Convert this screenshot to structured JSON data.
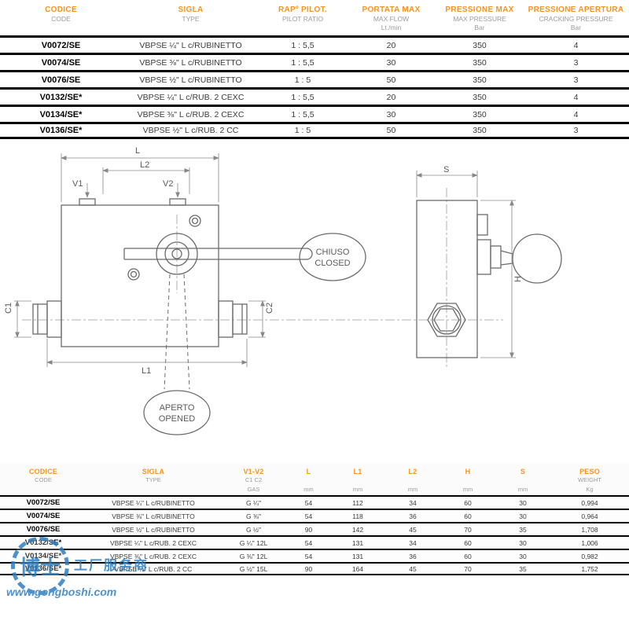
{
  "colors": {
    "accent_orange": "#F7941D",
    "header_gray": "#9b9b9b",
    "rule_black": "#000000",
    "drawing_gray": "#6b6b6b",
    "watermark_blue": "#2f7fc1"
  },
  "top_table": {
    "headers": [
      {
        "main": "CODICE",
        "sub": "CODE",
        "unit": ""
      },
      {
        "main": "SIGLA",
        "sub": "TYPE",
        "unit": ""
      },
      {
        "main": "RAPº PILOT.",
        "sub": "PILOT RATIO",
        "unit": ""
      },
      {
        "main": "PORTATA MAX",
        "sub": "MAX FLOW",
        "unit": "Lt./min"
      },
      {
        "main": "PRESSIONE MAX",
        "sub": "MAX PRESSURE",
        "unit": "Bar"
      },
      {
        "main": "PRESSIONE APERTURA",
        "sub": "CRACKING PRESSURE",
        "unit": "Bar"
      }
    ],
    "rows": [
      {
        "code": "V0072/SE",
        "type": "VBPSE ¼\" L c/RUBINETTO",
        "ratio": "1 : 5,5",
        "flow": "20",
        "pressure": "350",
        "cracking": "4"
      },
      {
        "code": "V0074/SE",
        "type": "VBPSE ⅜\" L c/RUBINETTO",
        "ratio": "1 : 5,5",
        "flow": "30",
        "pressure": "350",
        "cracking": "3"
      },
      {
        "code": "V0076/SE",
        "type": "VBPSE ½\" L c/RUBINETTO",
        "ratio": "1 : 5",
        "flow": "50",
        "pressure": "350",
        "cracking": "3"
      },
      {
        "code": "V0132/SE*",
        "type": "VBPSE ¼\" L c/RUB. 2 CEXC",
        "ratio": "1 : 5,5",
        "flow": "20",
        "pressure": "350",
        "cracking": "4"
      },
      {
        "code": "V0134/SE*",
        "type": "VBPSE ⅜\" L c/RUB. 2 CEXC",
        "ratio": "1 : 5,5",
        "flow": "30",
        "pressure": "350",
        "cracking": "4"
      },
      {
        "code": "V0136/SE*",
        "type": "VBPSE ½\" L c/RUB. 2 CC",
        "ratio": "1 : 5",
        "flow": "50",
        "pressure": "350",
        "cracking": "3"
      }
    ]
  },
  "drawing": {
    "dims": {
      "L": "L",
      "L2": "L2",
      "V1": "V1",
      "V2": "V2",
      "C1": "C1",
      "C2": "C2",
      "L1": "L1",
      "S": "S",
      "H": "H"
    },
    "balloons": {
      "closed_line1": "CHIUSO",
      "closed_line2": "CLOSED",
      "open_line1": "APERTO",
      "open_line2": "OPENED"
    }
  },
  "bottom_table": {
    "headers": [
      {
        "main": "CODICE",
        "sub": "CODE",
        "unit": ""
      },
      {
        "main": "SIGLA",
        "sub": "TYPE",
        "unit": ""
      },
      {
        "main": "V1-V2",
        "sub": "C1 C2",
        "unit": "GAS"
      },
      {
        "main": "L",
        "sub": "",
        "unit": "mm"
      },
      {
        "main": "L1",
        "sub": "",
        "unit": "mm"
      },
      {
        "main": "L2",
        "sub": "",
        "unit": "mm"
      },
      {
        "main": "H",
        "sub": "",
        "unit": "mm"
      },
      {
        "main": "S",
        "sub": "",
        "unit": "mm"
      },
      {
        "main": "PESO",
        "sub": "WEIGHT",
        "unit": "Kg"
      }
    ],
    "rows": [
      {
        "code": "V0072/SE",
        "type": "VBPSE ¼\" L c/RUBINETTO",
        "gas": "G ¼\"",
        "L": "54",
        "L1": "112",
        "L2": "34",
        "H": "60",
        "S": "30",
        "peso": "0,994"
      },
      {
        "code": "V0074/SE",
        "type": "VBPSE ⅜\" L c/RUBINETTO",
        "gas": "G ⅜\"",
        "L": "54",
        "L1": "118",
        "L2": "36",
        "H": "60",
        "S": "30",
        "peso": "0,964"
      },
      {
        "code": "V0076/SE",
        "type": "VBPSE ½\" L c/RUBINETTO",
        "gas": "G ½\"",
        "L": "90",
        "L1": "142",
        "L2": "45",
        "H": "70",
        "S": "35",
        "peso": "1,708"
      },
      {
        "code": "V0132/SE*",
        "type": "VBPSE ¼\" L c/RUB. 2 CEXC",
        "gas": "G ¼\" 12L",
        "L": "54",
        "L1": "131",
        "L2": "34",
        "H": "60",
        "S": "30",
        "peso": "1,006"
      },
      {
        "code": "V0134/SE*",
        "type": "VBPSE ⅜\" L c/RUB. 2 CEXC",
        "gas": "G ⅜\" 12L",
        "L": "54",
        "L1": "131",
        "L2": "36",
        "H": "60",
        "S": "30",
        "peso": "0,982"
      },
      {
        "code": "V0136/SE*",
        "type": "VBPSE ½\" L c/RUB. 2 CC",
        "gas": "G ½\" 15L",
        "L": "90",
        "L1": "164",
        "L2": "45",
        "H": "70",
        "S": "35",
        "peso": "1,752"
      }
    ]
  },
  "watermark": {
    "logo_text": "博士",
    "tagline": "工厂服务商",
    "site": "www.gongboshi.com"
  }
}
